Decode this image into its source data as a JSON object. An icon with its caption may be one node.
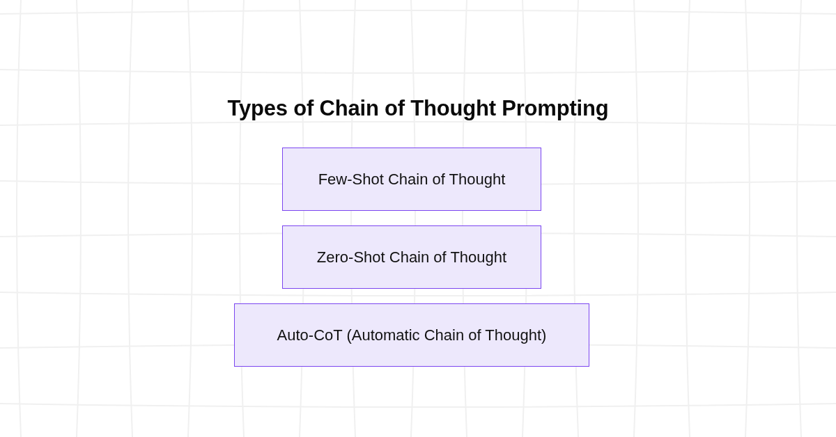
{
  "diagram": {
    "title": "Types of Chain of Thought Prompting",
    "nodes": [
      {
        "text": [
          "Few-Shot Chain of Thought"
        ]
      },
      {
        "text": [
          "Zero-Shot Chain of Thought"
        ]
      },
      {
        "text": [
          "Auto-CoT (Automatic Chain of Thought)"
        ]
      }
    ]
  }
}
